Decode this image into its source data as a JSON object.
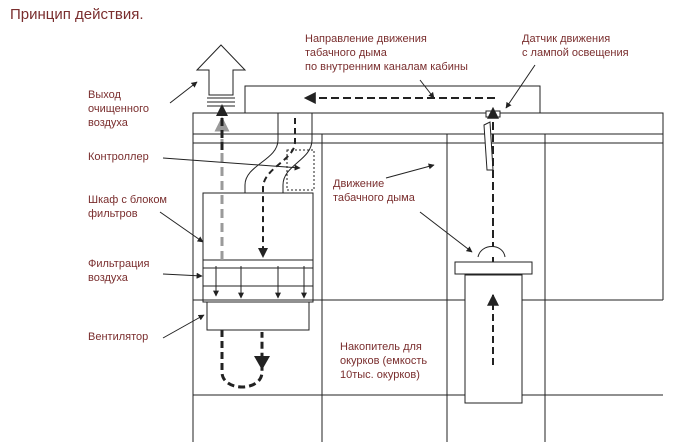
{
  "title": "Принцип действия.",
  "labels": {
    "exit_air": [
      "Выход",
      "очищенного",
      "воздуха"
    ],
    "controller": [
      "Контроллер"
    ],
    "cabinet": [
      "Шкаф с блоком",
      "фильтров"
    ],
    "filtration": [
      "Фильтрация",
      "воздуха"
    ],
    "fan": [
      "Вентилятор"
    ],
    "smoke_direction": [
      "Направление движения",
      "табачного дыма",
      "по внутренним каналам кабины"
    ],
    "motion_sensor": [
      "Датчик движения",
      "с лампой освещения"
    ],
    "smoke_motion": [
      "Движение",
      "табачного дыма"
    ],
    "ash_storage": [
      "Накопитель для",
      "окурков (емкость",
      "10тыс. окурков)"
    ]
  },
  "colors": {
    "label_text": "#7a2e2e",
    "line": "#222222",
    "clean_air_arrow": "#9a9a9a"
  }
}
